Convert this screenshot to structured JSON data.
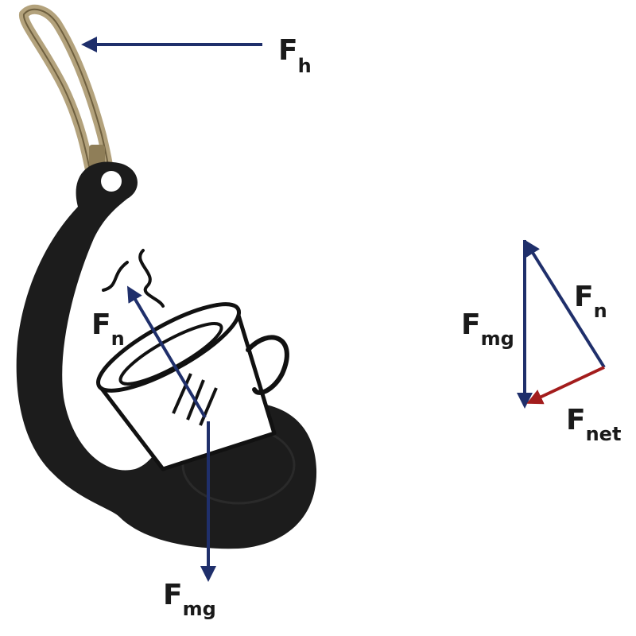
{
  "colors": {
    "force_arrow": "#1f2f6b",
    "net_arrow": "#a31c1c",
    "holder_body": "#1c1c1c",
    "strap": "#b3a27c",
    "cup_line": "#111111"
  },
  "labels": {
    "hand": {
      "main": "F",
      "sub": "h"
    },
    "normal_cup": {
      "main": "F",
      "sub": "n"
    },
    "weight_cup": {
      "main": "F",
      "sub": "mg"
    },
    "triangle_weight": {
      "main": "F",
      "sub": "mg"
    },
    "triangle_normal": {
      "main": "F",
      "sub": "n"
    },
    "triangle_net": {
      "main": "F",
      "sub": "net"
    }
  }
}
